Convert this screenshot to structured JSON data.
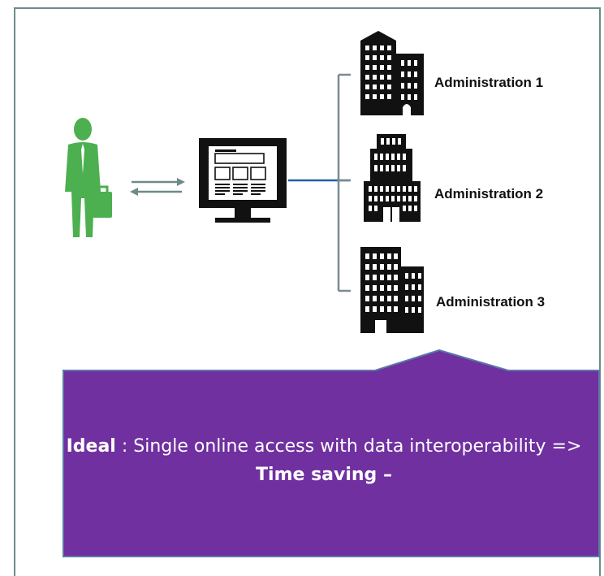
{
  "administrations": [
    {
      "label": "Administration 1"
    },
    {
      "label": "Administration 2"
    },
    {
      "label": "Administration 3"
    }
  ],
  "callout": {
    "ideal_bold": "Ideal",
    "text_part1": " : Single online access with data interoperability => ",
    "time_saving_bold": "Time saving –"
  },
  "colors": {
    "person": "#4caf50",
    "callout": "#7030a0",
    "callout_border": "#5b78a8",
    "arrows": "#6f8a8a",
    "connector": "#1f5fa8",
    "bracket": "#7a8a90"
  },
  "icons": [
    "person-icon",
    "computer-monitor-icon",
    "building-icon",
    "exchange-arrows-icon"
  ]
}
